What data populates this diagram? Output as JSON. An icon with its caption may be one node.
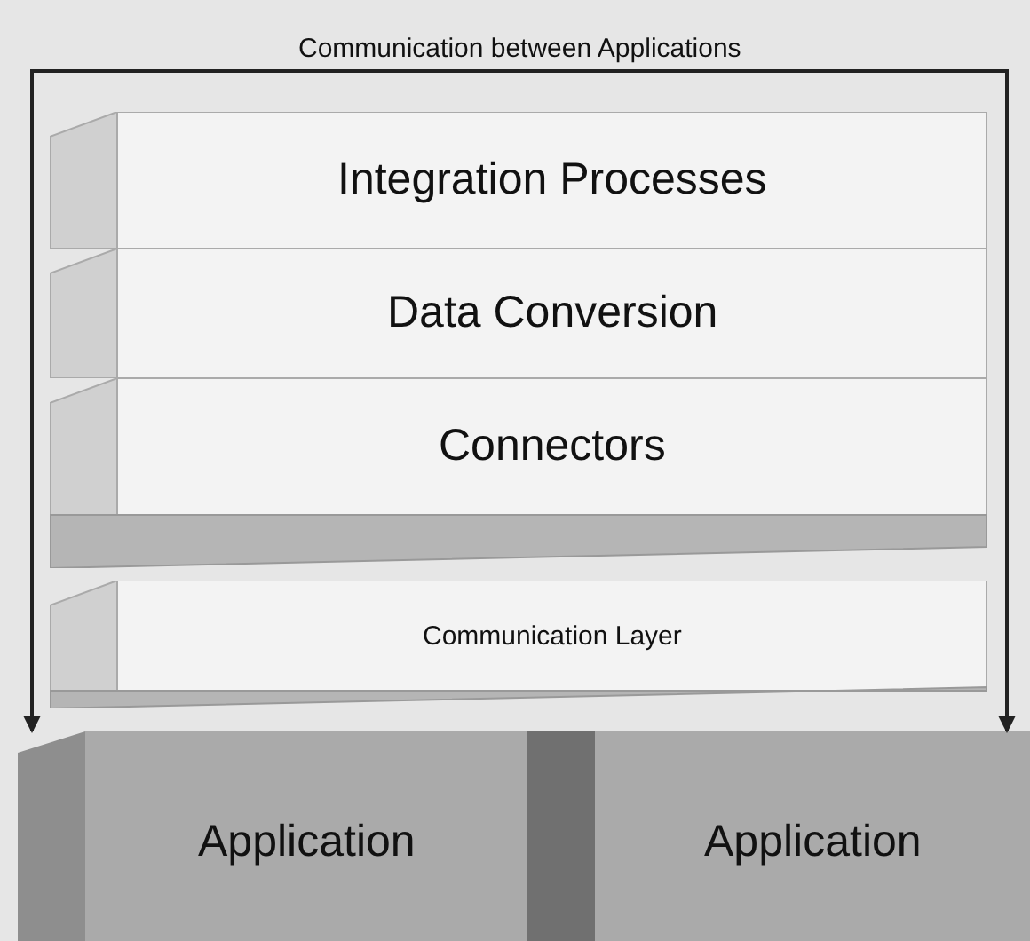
{
  "diagram": {
    "nodes": [
      {
        "text": [
          "Integration Processes"
        ]
      },
      {
        "text": [
          "Data Conversion"
        ]
      },
      {
        "text": [
          "Connectors"
        ]
      },
      {
        "text": [
          "Communication Layer"
        ]
      },
      {
        "text": [
          "Application"
        ]
      },
      {
        "text": [
          "Application"
        ]
      }
    ],
    "edges": [
      {
        "from": 4,
        "to": 5,
        "arrow": "both",
        "label": "Communication between Applications"
      }
    ]
  }
}
